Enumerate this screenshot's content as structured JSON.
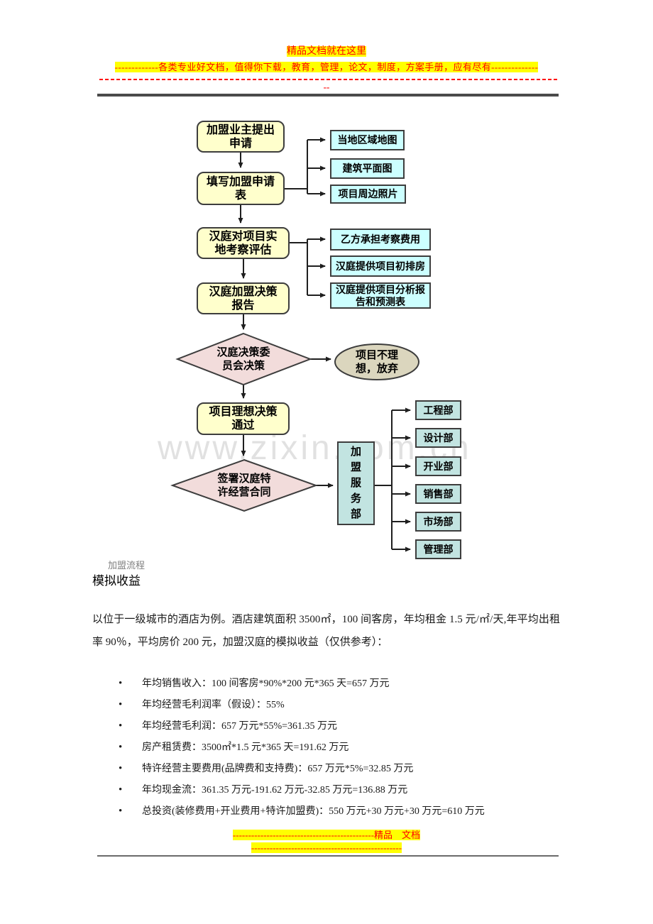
{
  "page": {
    "watermark": "www.zixin.com.cn"
  },
  "header": {
    "promo_title": "精品文档就在这里",
    "promo_banner": "-------------各类专业好文档，值得你下载，教育，管理，论文，制度，方案手册，应有尽有--------------",
    "tiny_dashes": "--"
  },
  "flowchart": {
    "caption": "加盟流程",
    "steps": {
      "step1": "加盟业主提出\n申请",
      "step2": "填写加盟申请\n表",
      "step3": "汉庭对项目实\n地考察评估",
      "step4": "汉庭加盟决策\n报告",
      "step5": "项目理想决策\n通过"
    },
    "decisions": {
      "decision1": "汉庭决策委\n员会决策",
      "decision2": "签署汉庭特\n许经营合同"
    },
    "terminator": "项目不理\n想，放弃",
    "attachments": [
      "当地区域地图",
      "建筑平面图",
      "项目周边照片",
      "乙方承担考察费用",
      "汉庭提供项目初排房",
      "汉庭提供项目分析报\n告和预测表"
    ],
    "service_center": "加\n盟\n服\n务\n部",
    "departments": [
      "工程部",
      "设计部",
      "开业部",
      "销售部",
      "市场部",
      "管理部"
    ],
    "colors": {
      "process_fill": "#FFFFCC",
      "attachment_fill": "#CCFFFF",
      "decision_fill": "#F2DCDB",
      "terminator_fill": "#DBD6BE",
      "department_fill": "#C2E4E1",
      "outline": "#3D3D3D",
      "highlight": "#FFFF00",
      "accent_red": "#FF0000"
    }
  },
  "revenue": {
    "heading": "模拟收益",
    "intro": "以位于一级城市的酒店为例。酒店建筑面积 3500㎡，100 间客房，年均租金 1.5 元/㎡/天,年平均出租率 90％，平均房价 200 元，加盟汉庭的模拟收益（仅供参考）：",
    "bullets": [
      "年均销售收入：100 间客房*90%*200 元*365 天=657 万元",
      "年均经营毛利润率（假设）：55%",
      "年均经营毛利润：657 万元*55%=361.35 万元",
      "房产租赁费：3500㎡*1.5 元*365 天=191.62 万元",
      "特许经营主要费用(品牌费和支持费)：657 万元*5%=32.85 万元",
      "年均现金流：361.35 万元-191.62 万元-32.85 万元=136.88 万元",
      "总投资(装修费用+开业费用+特许加盟费)：550 万元+30 万元+30 万元=610 万元"
    ]
  },
  "footer": {
    "line1": "----------------------------------------------精品　文档",
    "line2": "-------------------------------------------------"
  }
}
